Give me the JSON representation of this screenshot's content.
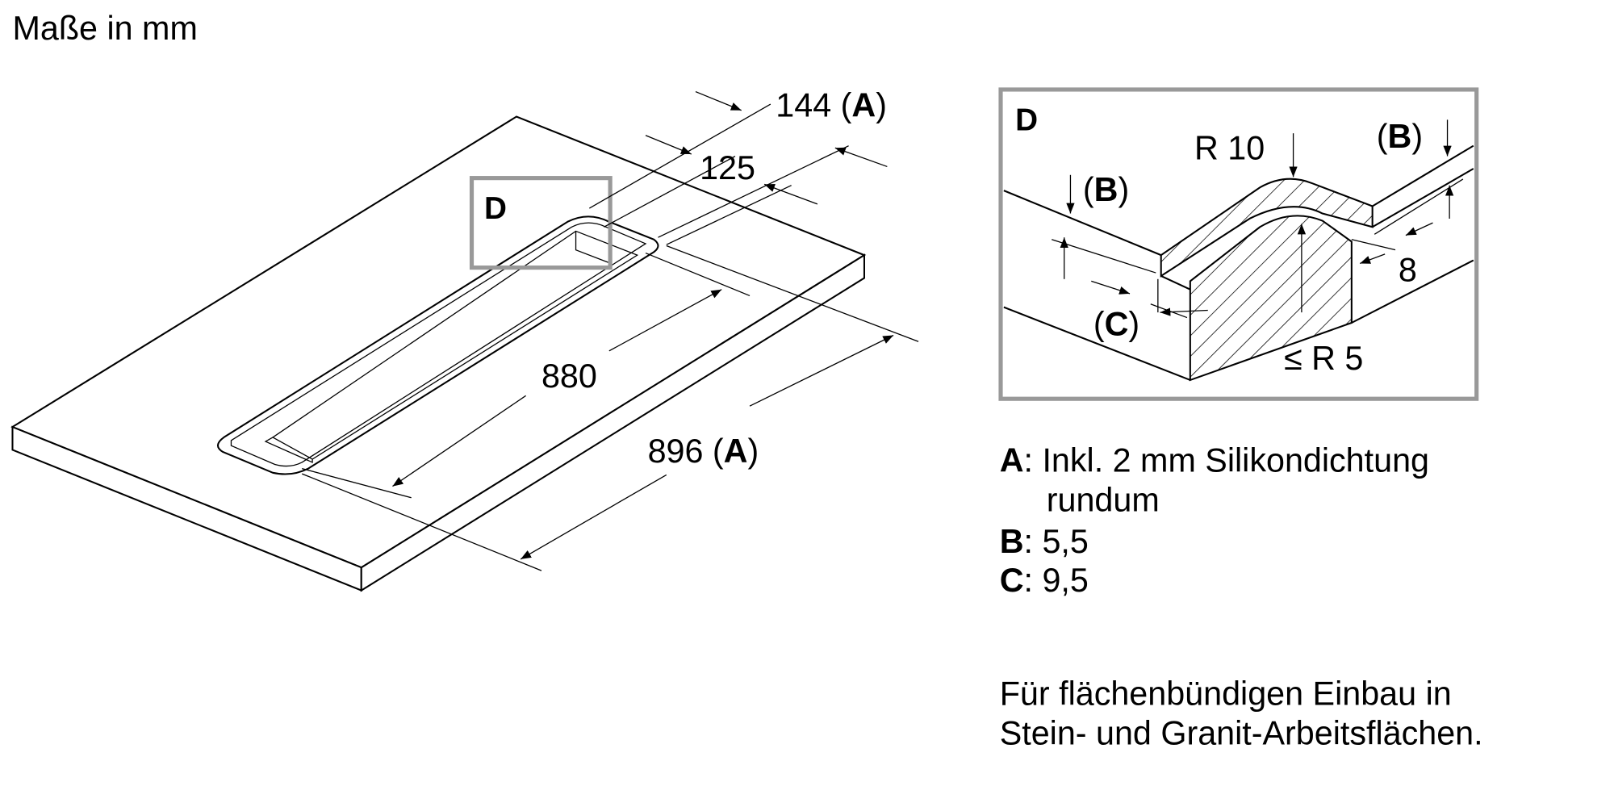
{
  "title": "Maße in mm",
  "dimensions": {
    "d144": "144 (",
    "d144_ref": "A",
    "d125": "125",
    "d880": "880",
    "d896": "896 (",
    "d896_ref": "A",
    "close": ")"
  },
  "detail": {
    "label": "D",
    "r10": "R 10",
    "r5": "≤ R 5",
    "eight": "8",
    "b": "B",
    "c": "C",
    "open": "(",
    "close": ")"
  },
  "legend": [
    {
      "key": "A",
      "text": ": Inkl. 2 mm Silikondichtung",
      "cont": "rundum"
    },
    {
      "key": "B",
      "text": ": 5,5"
    },
    {
      "key": "C",
      "text": ": 9,5"
    }
  ],
  "note": [
    "Für flächenbündigen Einbau in",
    "Stein- und Granit-Arbeitsflächen."
  ],
  "colors": {
    "detail_frame": "#999999"
  }
}
